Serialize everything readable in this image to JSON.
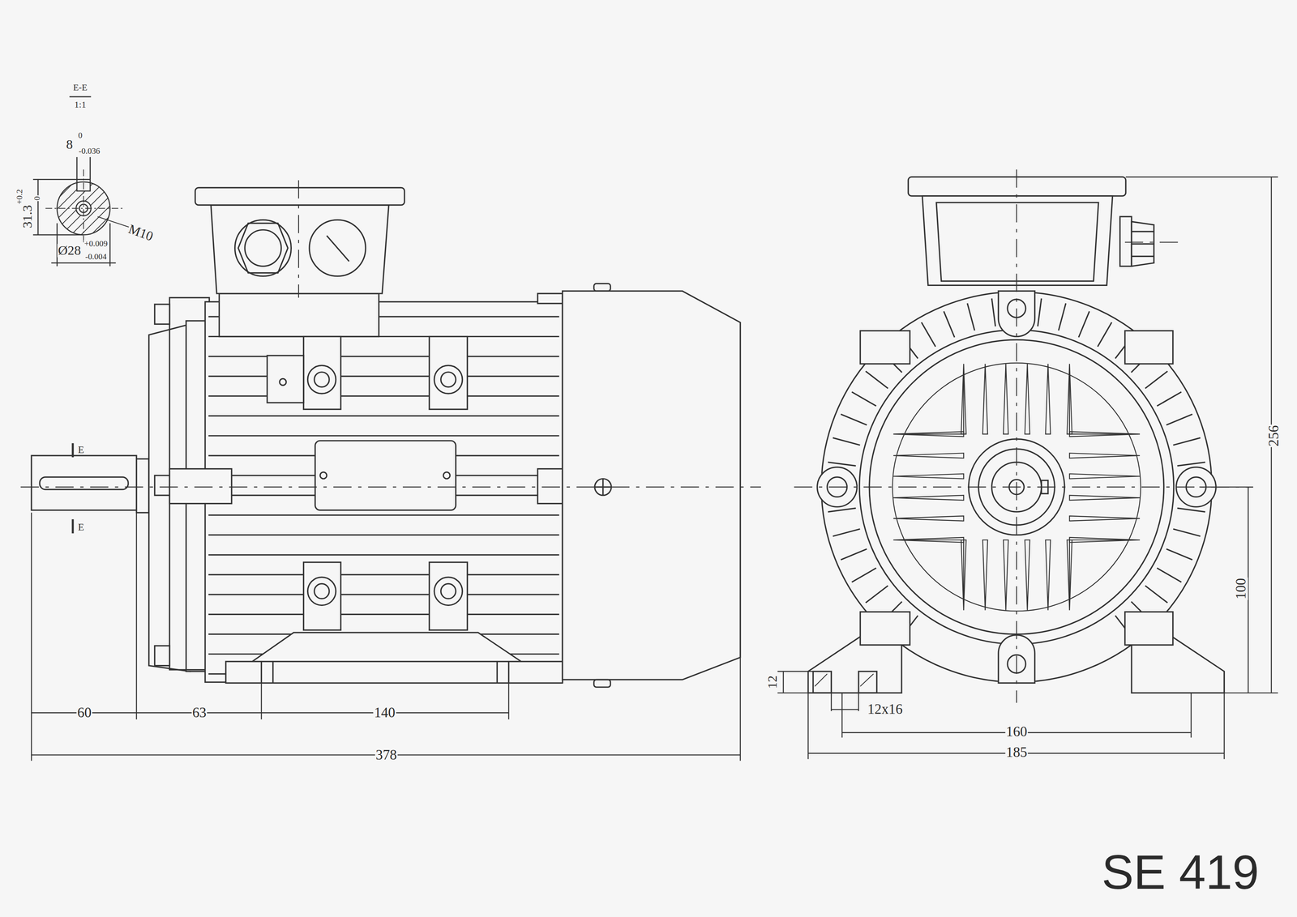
{
  "diagram": {
    "labels": [
      "E-E",
      "1:1",
      "8",
      "0",
      "-0.036",
      "31.3",
      "+0.2",
      "0",
      "M10",
      "Ø28",
      "+0.009",
      "-0.004",
      "E",
      "E",
      "60",
      "63",
      "140",
      "378",
      "12",
      "12x16",
      "160",
      "185",
      "100",
      "256",
      "SE 419"
    ]
  }
}
